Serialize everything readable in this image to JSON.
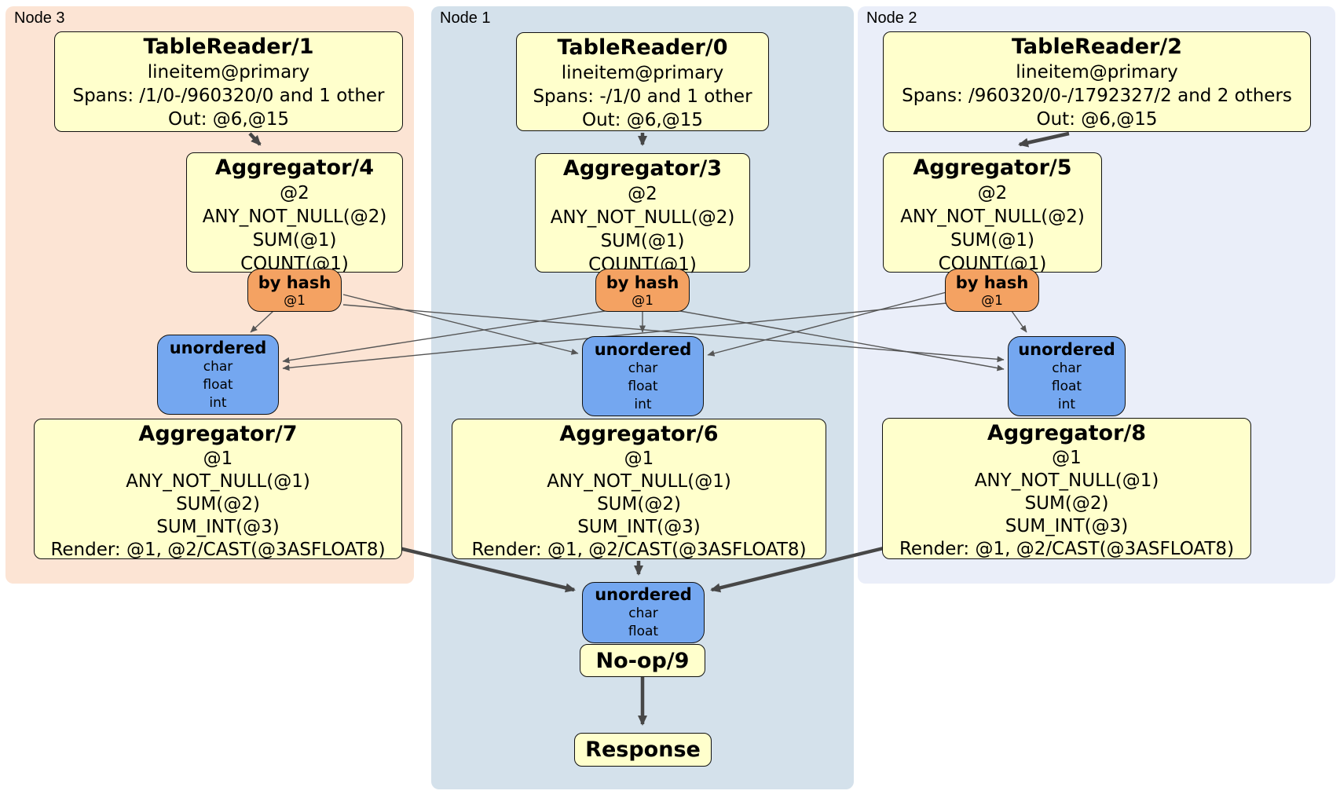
{
  "groups": [
    {
      "label": "Node 3",
      "table_reader": {
        "title": "TableReader/1",
        "lines": [
          "lineitem@primary",
          "Spans: /1/0-/960320/0 and 1 other",
          "Out: @6,@15"
        ]
      },
      "aggregator_top": {
        "title": "Aggregator/4",
        "lines": [
          "@2",
          "ANY_NOT_NULL(@2)",
          "SUM(@1)",
          "COUNT(@1)"
        ]
      },
      "router": {
        "title": "by hash",
        "key": "@1"
      },
      "sync": {
        "title": "unordered",
        "lines": [
          "char",
          "float",
          "int"
        ]
      },
      "aggregator_bottom": {
        "title": "Aggregator/7",
        "lines": [
          "@1",
          "ANY_NOT_NULL(@1)",
          "SUM(@2)",
          "SUM_INT(@3)",
          "Render: @1, @2/CAST(@3ASFLOAT8)"
        ]
      }
    },
    {
      "label": "Node 1",
      "table_reader": {
        "title": "TableReader/0",
        "lines": [
          "lineitem@primary",
          "Spans: -/1/0 and 1 other",
          "Out: @6,@15"
        ]
      },
      "aggregator_top": {
        "title": "Aggregator/3",
        "lines": [
          "@2",
          "ANY_NOT_NULL(@2)",
          "SUM(@1)",
          "COUNT(@1)"
        ]
      },
      "router": {
        "title": "by hash",
        "key": "@1"
      },
      "sync": {
        "title": "unordered",
        "lines": [
          "char",
          "float",
          "int"
        ]
      },
      "aggregator_bottom": {
        "title": "Aggregator/6",
        "lines": [
          "@1",
          "ANY_NOT_NULL(@1)",
          "SUM(@2)",
          "SUM_INT(@3)",
          "Render: @1, @2/CAST(@3ASFLOAT8)"
        ]
      }
    },
    {
      "label": "Node 2",
      "table_reader": {
        "title": "TableReader/2",
        "lines": [
          "lineitem@primary",
          "Spans: /960320/0-/1792327/2 and 2 others",
          "Out: @6,@15"
        ]
      },
      "aggregator_top": {
        "title": "Aggregator/5",
        "lines": [
          "@2",
          "ANY_NOT_NULL(@2)",
          "SUM(@1)",
          "COUNT(@1)"
        ]
      },
      "router": {
        "title": "by hash",
        "key": "@1"
      },
      "sync": {
        "title": "unordered",
        "lines": [
          "char",
          "float",
          "int"
        ]
      },
      "aggregator_bottom": {
        "title": "Aggregator/8",
        "lines": [
          "@1",
          "ANY_NOT_NULL(@1)",
          "SUM(@2)",
          "SUM_INT(@3)",
          "Render: @1, @2/CAST(@3ASFLOAT8)"
        ]
      }
    }
  ],
  "final": {
    "sync": {
      "title": "unordered",
      "lines": [
        "char",
        "float"
      ]
    },
    "noop_label": "No-op/9",
    "response_label": "Response"
  },
  "colors": {
    "node3_bg": "#fce4d4",
    "node1_bg": "#d4e1eb",
    "node2_bg": "#eaeef9",
    "processor_bg": "#ffffcc",
    "router_bg": "#f4a262",
    "sync_bg": "#74a7f0",
    "edge_color": "#4a4a4a",
    "text_color": "#000000"
  }
}
